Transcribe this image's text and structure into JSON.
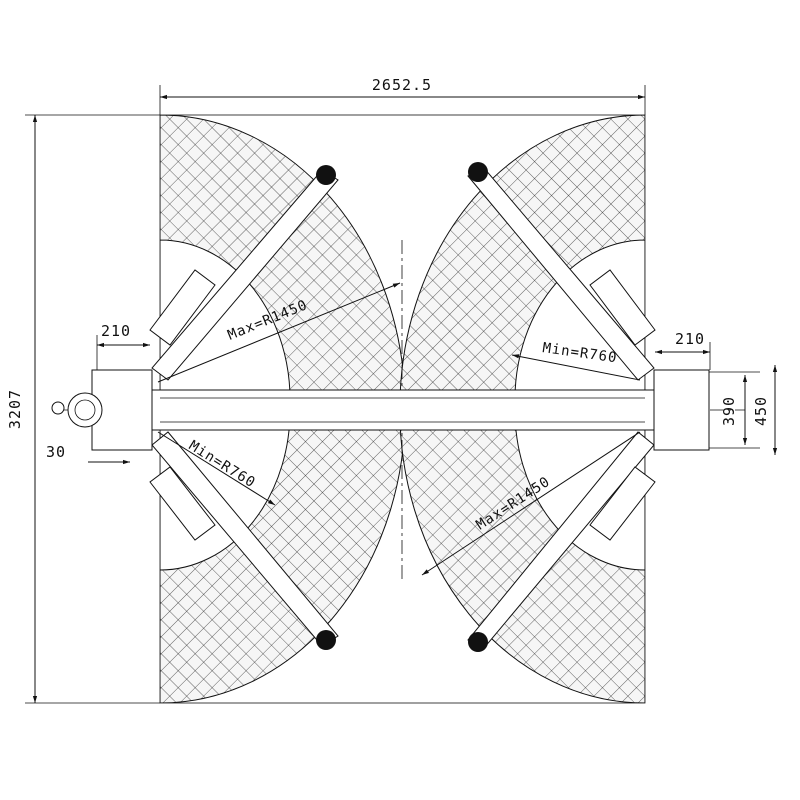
{
  "dimensions": {
    "overall_width": "2652.5",
    "overall_length": "3207",
    "post_offset_left": "210",
    "post_offset_right": "210",
    "base_offset": "30",
    "column_inner": "390",
    "column_outer": "450"
  },
  "radius_labels": {
    "max_upper_left": "Max=R1450",
    "max_lower_right": "Max=R1450",
    "min_lower_left": "Min=R760",
    "min_upper_right": "Min=R760"
  },
  "colors": {
    "line": "#111111",
    "hatch_fill": "#f4f4f4"
  }
}
